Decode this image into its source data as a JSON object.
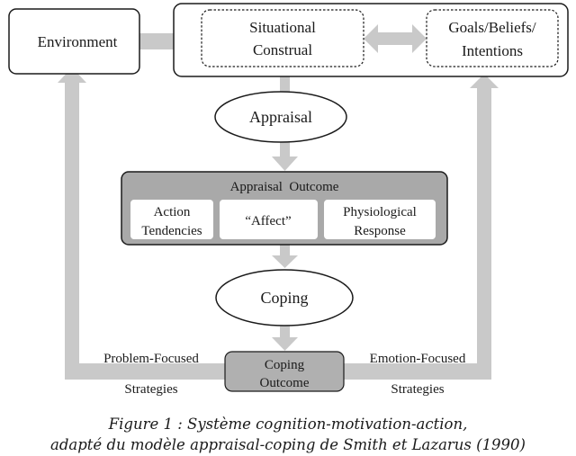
{
  "diagram": {
    "environment": "Environment",
    "situational_construal": [
      "Situational",
      "Construal"
    ],
    "goals": [
      "Goals/Beliefs/",
      "Intentions"
    ],
    "appraisal": "Appraisal",
    "appraisal_outcome": {
      "title": "Appraisal  Outcome",
      "action_tendencies": [
        "Action",
        "Tendencies"
      ],
      "affect": "“Affect”",
      "physiological_response": [
        "Physiological",
        "Response"
      ]
    },
    "coping": "Coping",
    "coping_outcome": [
      "Coping",
      "Outcome"
    ],
    "problem_focused": [
      "Problem-Focused",
      "Strategies"
    ],
    "emotion_focused": [
      "Emotion-Focused",
      "Strategies"
    ]
  },
  "caption": {
    "line1": "Figure 1 : Système cognition-motivation-action,",
    "line2": "adapté du modèle appraisal-coping de Smith et Lazarus (1990)"
  },
  "colors": {
    "arrow": "#c9c9c9",
    "panel": "#a9a9a9",
    "coping_outcome_box": "#b0b0b0",
    "stroke": "#1a1a1a"
  }
}
